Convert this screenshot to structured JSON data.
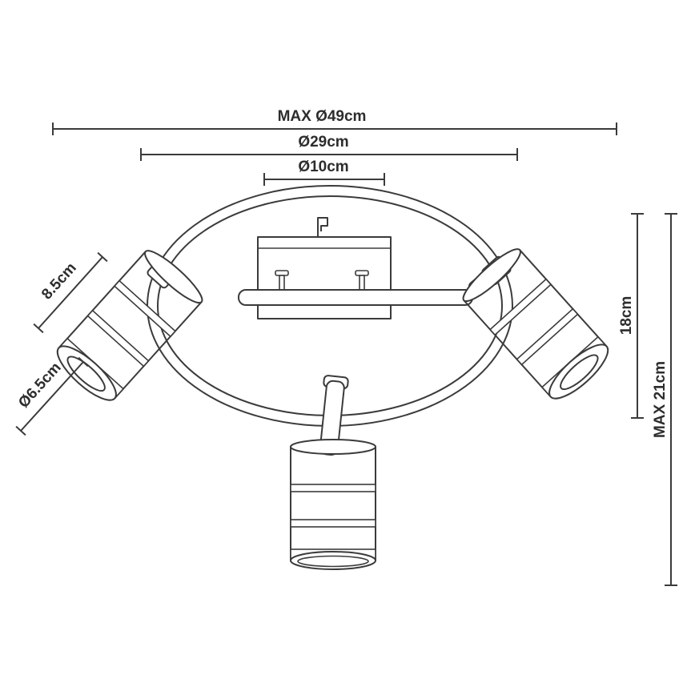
{
  "diagram": {
    "dimensions": {
      "overall_diameter": "MAX Ø49cm",
      "ring_diameter": "Ø29cm",
      "canopy_diameter": "Ø10cm",
      "body_height": "18cm",
      "max_height": "MAX 21cm",
      "shade_length": "8.5cm",
      "shade_diameter": "Ø6.5cm"
    },
    "colors": {
      "line": "#3b3b3b",
      "text": "#2d2d2d",
      "background": "#ffffff",
      "flute": "#9c9c9c"
    }
  }
}
